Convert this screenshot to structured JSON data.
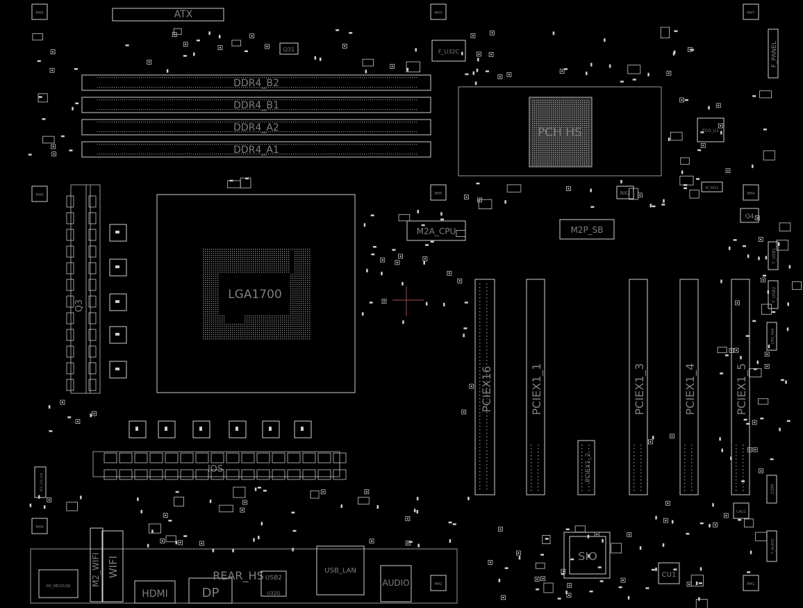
{
  "connectors": {
    "atx": "ATX",
    "ddr4_b2": "DDR4_B2",
    "ddr4_b1": "DDR4_B1",
    "ddr4_a2": "DDR4_A2",
    "ddr4_a1": "DDR4_A1",
    "f_u32c": "F_U32C",
    "f_panel": "F_PANEL",
    "m2a_cpu": "M2A_CPU",
    "m2p_sb": "M2P_SB",
    "m2_wifi": "M2_WIFI",
    "hdmi": "HDMI",
    "dp": "DP",
    "usb_lan": "USB_LAN",
    "audio": "AUDIO",
    "q31": "Q31",
    "q4": "Q4",
    "m2_mezzusb": "M2_MEZZUSB"
  },
  "chips": {
    "pch": "PCH HS",
    "cpu_socket": "LGA1700",
    "sio": "SIO",
    "cu1": "CU1",
    "ec": "ECO_U1",
    "nx2": "NX2"
  },
  "slots": {
    "pciex16": "PCIEX16",
    "pciex1_1": "PCIEX1_1",
    "pciex1_2": "PCIEX1_2",
    "pciex1_3": "PCIEX1_3",
    "pciex1_4": "PCIEX1_4",
    "pciex1_5": "PCIEX1_5"
  },
  "regions": {
    "vrm_label": "Q3",
    "ios_label": "IOS",
    "rear_hs": "REAR_HS",
    "wifi": "WIFI",
    "usb_label": "USB2",
    "u32g": "U32G",
    "m_sio2": "M_SIO2"
  },
  "mounting_holes": {
    "mh1": "MH1",
    "mh2": "MH2",
    "mh3": "MH3",
    "mh4": "MH4",
    "mh5": "MH5",
    "mh6": "MH6",
    "mh7": "MH7",
    "mh8": "MH8",
    "mh9": "MH9"
  },
  "misc": {
    "cau1": "CAU1",
    "atx_12v": "ATX_12V_2X4",
    "f_usb1": "F_USB1",
    "f_usb2": "F_USB2",
    "com": "COM",
    "f_audio": "F_AUDIO",
    "cpu_fan": "CPU_FAN"
  }
}
